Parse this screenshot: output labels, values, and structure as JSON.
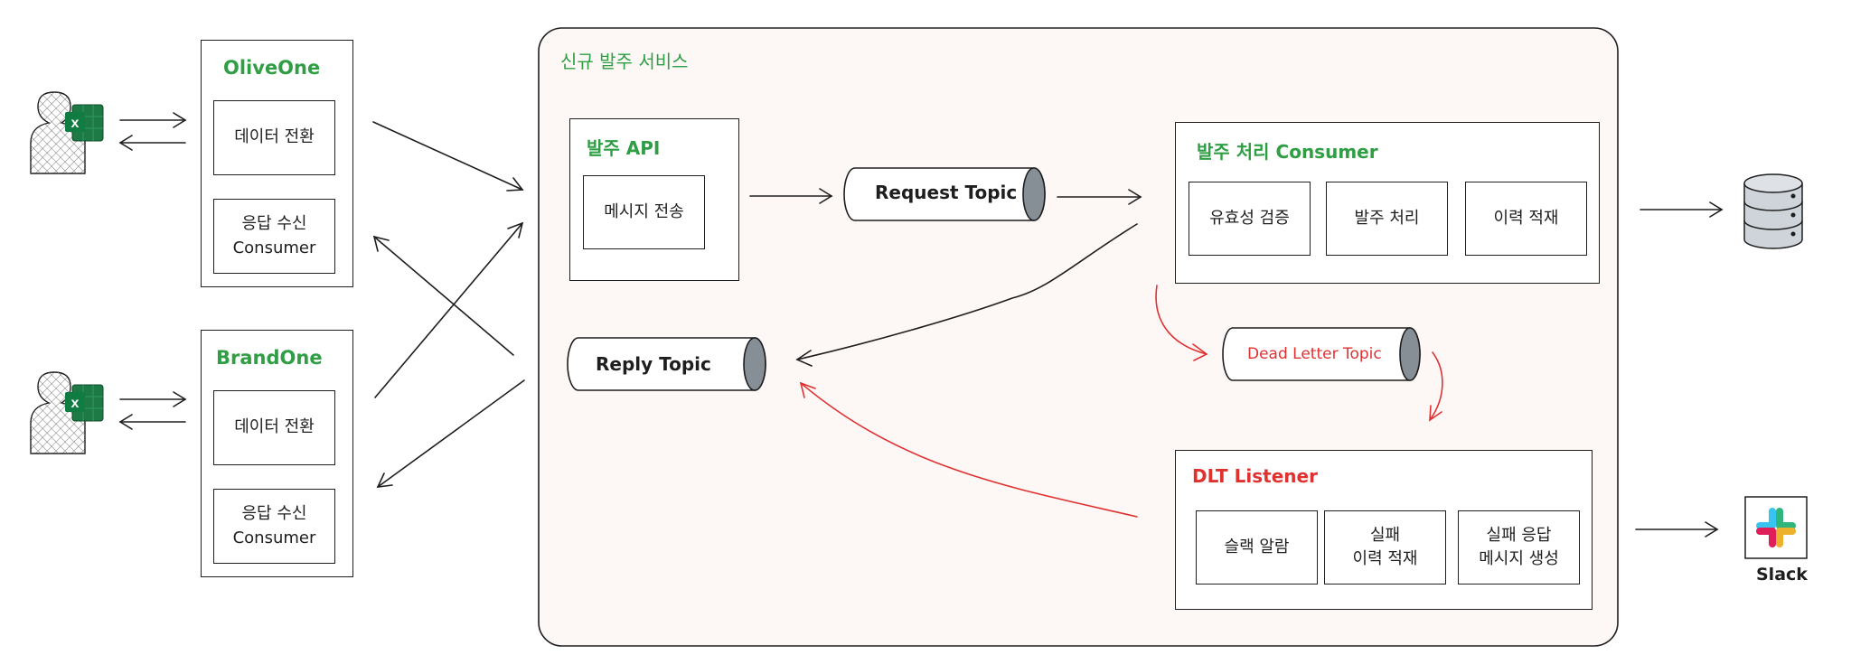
{
  "service": {
    "title": "신규 발주 서비스"
  },
  "clients": [
    {
      "title": "OliveOne",
      "convert": "데이터 전환",
      "consumer": "응답 수신\nConsumer",
      "user_icon": "excel-user-icon"
    },
    {
      "title": "BrandOne",
      "convert": "데이터 전환",
      "consumer": "응답 수신\nConsumer",
      "user_icon": "excel-user-icon"
    }
  ],
  "order_api": {
    "title": "발주 API",
    "item": "메시지 전송"
  },
  "topics": {
    "request": "Request Topic",
    "reply": "Reply Topic",
    "dead_letter": "Dead Letter Topic"
  },
  "order_consumer": {
    "title": "발주 처리 Consumer",
    "items": [
      "유효성 검증",
      "발주 처리",
      "이력 적재"
    ]
  },
  "dlt_listener": {
    "title": "DLT Listener",
    "items": [
      "슬랙 알람",
      "실패\n이력 적재",
      "실패 응답\n메시지 생성"
    ]
  },
  "external": {
    "database_icon": "database-icon",
    "slack_icon": "slack-icon",
    "slack_label": "Slack"
  },
  "colors": {
    "title_green": "#2f9e44",
    "error_red": "#e03131",
    "stroke": "#1e1e1e",
    "service_bg": "#fdf8f6"
  }
}
